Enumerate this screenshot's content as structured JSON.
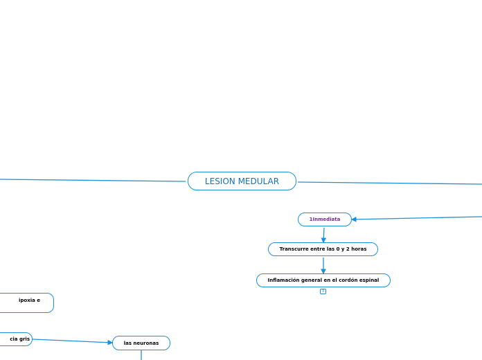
{
  "diagram": {
    "root": {
      "label": "LESION MEDULAR"
    },
    "stage": {
      "label": "1Inmediata"
    },
    "duration": {
      "label": "Transcurre entre las 0 y 2 horas"
    },
    "symptom": {
      "label": "Inflamación general en el cordón espinal"
    },
    "collapsed_count": "3",
    "left_partial_1": {
      "label": "ipoxia e"
    },
    "left_partial_2": {
      "label": "cia gris"
    },
    "neurons": {
      "label": "las neuronas"
    }
  },
  "colors": {
    "edge": "#1e90d8",
    "node_border": "#1e90d8",
    "root_text": "#1570b5",
    "stage_text": "#7b2a92"
  }
}
